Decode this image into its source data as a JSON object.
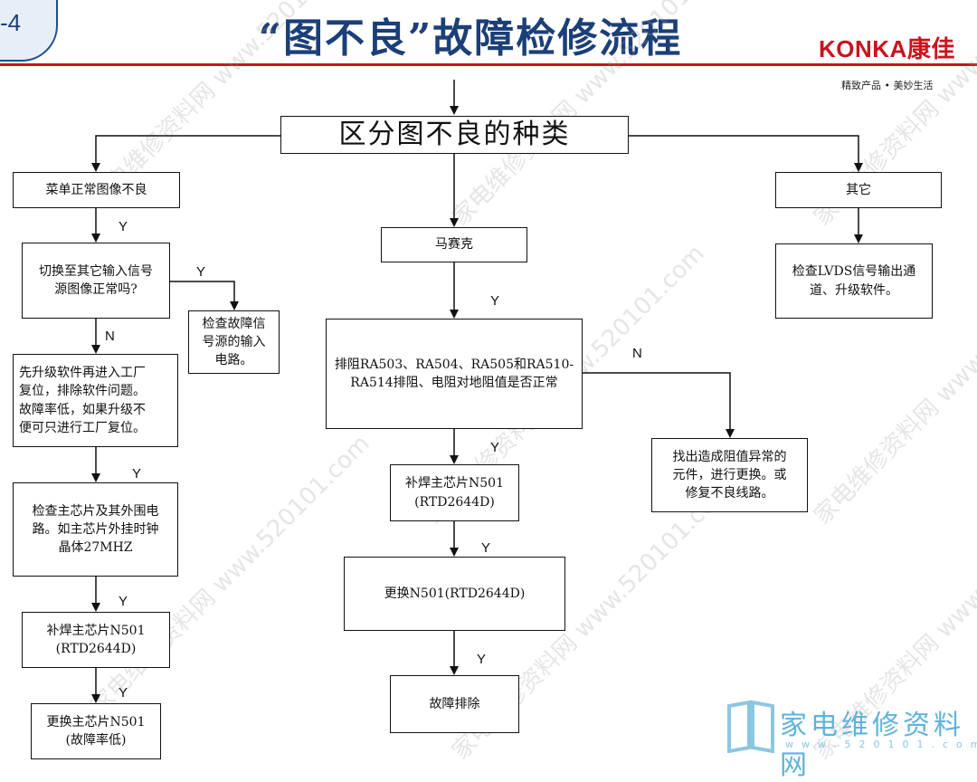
{
  "header": {
    "page_number": "-4",
    "title": "“图不良”故障检修流程",
    "logo": "KONKA康佳",
    "slogan": "精致产品 • 美妙生活"
  },
  "flowchart": {
    "root": "区分图不良的种类",
    "left": {
      "category": "菜单正常图像不良",
      "question": "切换至其它输入信号\n源图像正常吗?",
      "yes_result": "检查故障信\n号源的输入\n电路。",
      "step1": "先升级软件再进入工厂\n复位，排除软件问题。\n故障率低，如果升级不\n便可只进行工厂复位。",
      "step2": "检查主芯片及其外围电\n路。如主芯片外挂时钟\n晶体27MHZ",
      "step3": "补焊主芯片N501\n(RTD2644D)",
      "step4": "更换主芯片N501\n(故障率低)"
    },
    "middle": {
      "category": "马赛克",
      "question": "排阻RA503、RA504、RA505和RA510-\nRA514排阻、电阻对地阻值是否正常",
      "no_result": "找出造成阻值异常的\n元件，进行更换。或\n修复不良线路。",
      "step1": "补焊主芯片N501\n(RTD2644D)",
      "step2": "更换N501(RTD2644D)",
      "step3": "故障排除"
    },
    "right": {
      "category": "其它",
      "action": "检查LVDS信号输出通\n道、升级软件。"
    },
    "labels": {
      "yes": "Y",
      "no": "N"
    }
  },
  "watermark": {
    "site_cn": "家电维修资料网",
    "site_url": "www.520101.com",
    "brand_cn": "家电维修资料网",
    "brand_url": "www.520101.com"
  },
  "colors": {
    "title": "#1b3f78",
    "accent_red": "#c8141e",
    "watermark_blue": "#5fb3d9"
  }
}
